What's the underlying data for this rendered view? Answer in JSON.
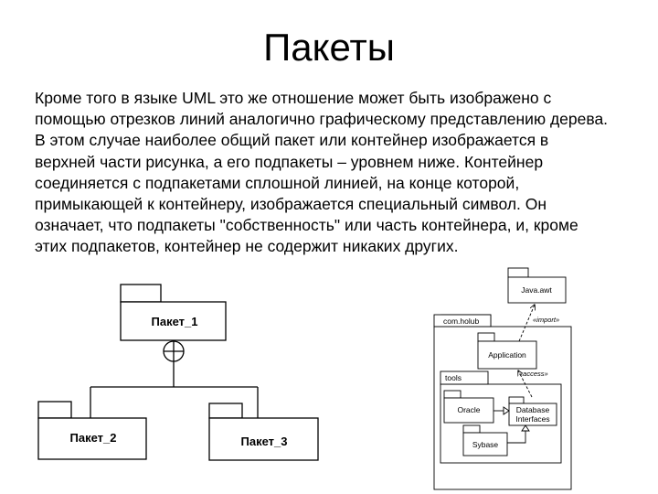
{
  "title": "Пакеты",
  "paragraph_lines": [
    "Кроме того в языке UML это же отношение может быть изображено с",
    "помощью отрезков линий аналогично графическому представлению дерева.",
    "В этом случае наиболее общий пакет или контейнер изображается в",
    "верхней части рисунка, а его подпакеты – уровнем ниже. Контейнер",
    "соединяется с подпакетами сплошной линией, на конце которой,",
    "примыкающей к контейнеру, изображается специальный символ. Он",
    "означает, что подпакеты \"собственность\" или часть контейнера, и, кроме",
    "этих подпакетов, контейнер не содержит никаких других."
  ],
  "tree_diagram": {
    "container": "Пакет_1",
    "children": [
      "Пакет_2",
      "Пакет_3"
    ]
  },
  "dependency_diagram": {
    "java_awt": "Java.awt",
    "com_holub": "com.holub",
    "import_label": "«import»",
    "application": "Application",
    "tools": "tools",
    "access_label": "«access»",
    "oracle": "Oracle",
    "database_interfaces_line1": "Database",
    "database_interfaces_line2": "Interfaces",
    "sybase": "Sybase"
  }
}
